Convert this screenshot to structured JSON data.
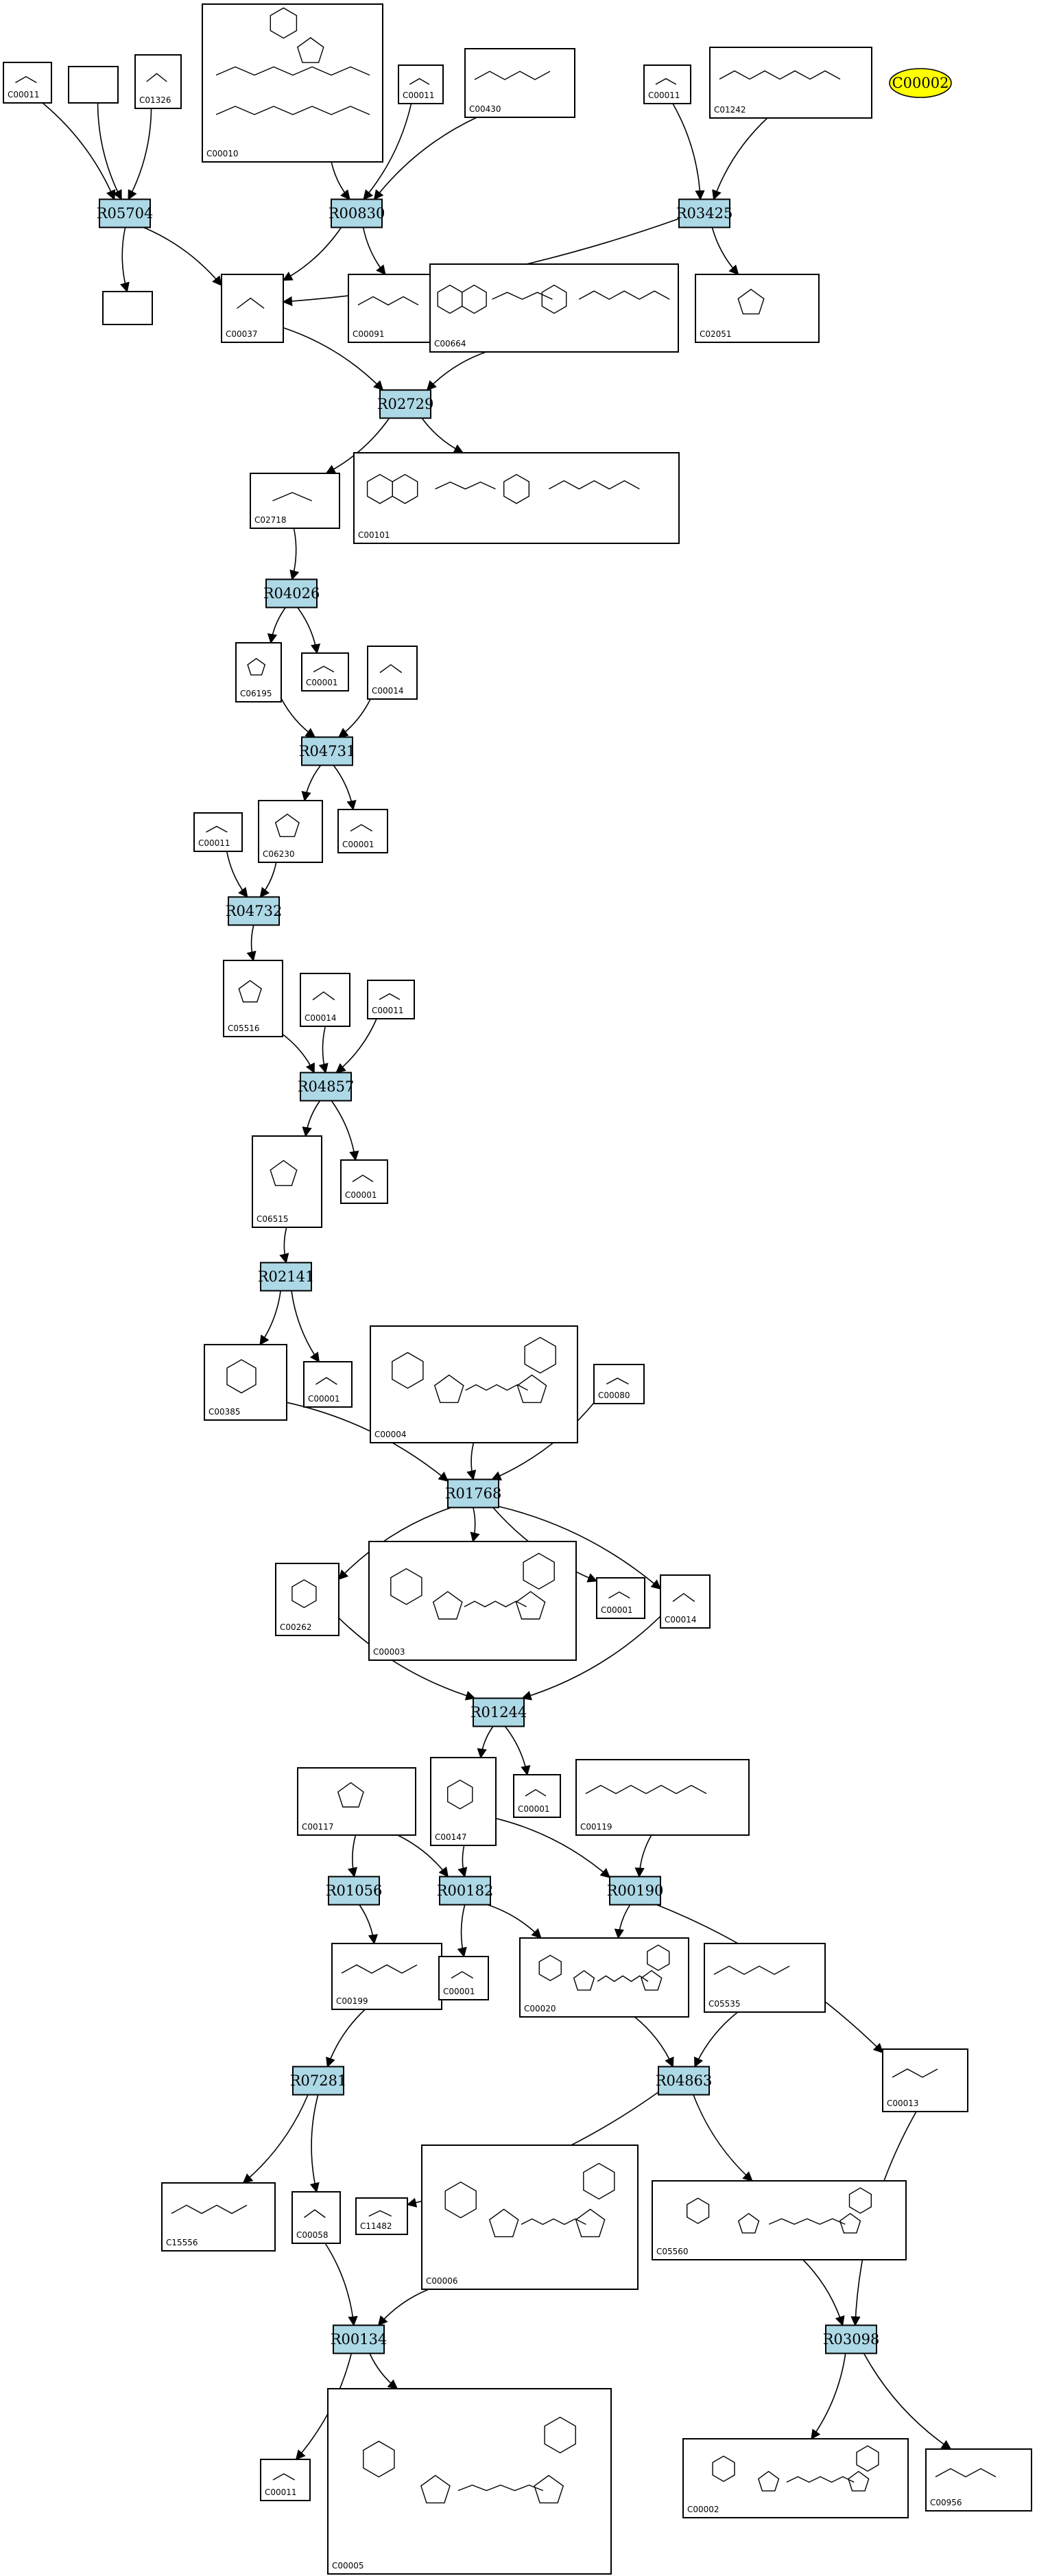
{
  "diagram": {
    "kind": "metabolic-pathway-map",
    "colors": {
      "reaction_fill": "#add8e6",
      "highlight_fill": "#ffff00",
      "stroke": "#000000",
      "background": "#ffffff"
    },
    "highlight": {
      "id": "C00002",
      "label": "C00002"
    },
    "reactions": [
      {
        "id": "R05704",
        "label": "R05704"
      },
      {
        "id": "R00830",
        "label": "R00830"
      },
      {
        "id": "R03425",
        "label": "R03425"
      },
      {
        "id": "R02729",
        "label": "R02729"
      },
      {
        "id": "R04026",
        "label": "R04026"
      },
      {
        "id": "R04731",
        "label": "R04731"
      },
      {
        "id": "R04732",
        "label": "R04732"
      },
      {
        "id": "R04857",
        "label": "R04857"
      },
      {
        "id": "R02141",
        "label": "R02141"
      },
      {
        "id": "R01768",
        "label": "R01768"
      },
      {
        "id": "R01244",
        "label": "R01244"
      },
      {
        "id": "R01056",
        "label": "R01056"
      },
      {
        "id": "R00182",
        "label": "R00182"
      },
      {
        "id": "R00190",
        "label": "R00190"
      },
      {
        "id": "R07281",
        "label": "R07281"
      },
      {
        "id": "R04863",
        "label": "R04863"
      },
      {
        "id": "R00134",
        "label": "R00134"
      },
      {
        "id": "R03098",
        "label": "R03098"
      }
    ],
    "compounds": [
      {
        "key": "c00011_a",
        "label": "C00011"
      },
      {
        "key": "blank_a",
        "label": ""
      },
      {
        "key": "c01326",
        "label": "C01326"
      },
      {
        "key": "c00010",
        "label": "C00010"
      },
      {
        "key": "c00011_b",
        "label": "C00011"
      },
      {
        "key": "c00430",
        "label": "C00430"
      },
      {
        "key": "c00011_c",
        "label": "C00011"
      },
      {
        "key": "c01242",
        "label": "C01242"
      },
      {
        "key": "blank_b",
        "label": ""
      },
      {
        "key": "c00037",
        "label": "C00037"
      },
      {
        "key": "c00091",
        "label": "C00091"
      },
      {
        "key": "c00664",
        "label": "C00664"
      },
      {
        "key": "c02051",
        "label": "C02051"
      },
      {
        "key": "c02718",
        "label": "C02718"
      },
      {
        "key": "c00101",
        "label": "C00101"
      },
      {
        "key": "c06195",
        "label": "C06195"
      },
      {
        "key": "c00001_a",
        "label": "C00001"
      },
      {
        "key": "c00014_a",
        "label": "C00014"
      },
      {
        "key": "c00011_d",
        "label": "C00011"
      },
      {
        "key": "c06230",
        "label": "C06230"
      },
      {
        "key": "c00001_b",
        "label": "C00001"
      },
      {
        "key": "c05516",
        "label": "C05516"
      },
      {
        "key": "c00014_b",
        "label": "C00014"
      },
      {
        "key": "c00011_e",
        "label": "C00011"
      },
      {
        "key": "c06515",
        "label": "C06515"
      },
      {
        "key": "c00001_c",
        "label": "C00001"
      },
      {
        "key": "c00385",
        "label": "C00385"
      },
      {
        "key": "c00001_d",
        "label": "C00001"
      },
      {
        "key": "c00004",
        "label": "C00004"
      },
      {
        "key": "c00080",
        "label": "C00080"
      },
      {
        "key": "c00262",
        "label": "C00262"
      },
      {
        "key": "c00003",
        "label": "C00003"
      },
      {
        "key": "c00001_e",
        "label": "C00001"
      },
      {
        "key": "c00014_c",
        "label": "C00014"
      },
      {
        "key": "c00117",
        "label": "C00117"
      },
      {
        "key": "c00147",
        "label": "C00147"
      },
      {
        "key": "c00001_f",
        "label": "C00001"
      },
      {
        "key": "c00119",
        "label": "C00119"
      },
      {
        "key": "c00199",
        "label": "C00199"
      },
      {
        "key": "c00001_g",
        "label": "C00001"
      },
      {
        "key": "c00020",
        "label": "C00020"
      },
      {
        "key": "c05535",
        "label": "C05535"
      },
      {
        "key": "c00013",
        "label": "C00013"
      },
      {
        "key": "c15556",
        "label": "C15556"
      },
      {
        "key": "c00058",
        "label": "C00058"
      },
      {
        "key": "c11482",
        "label": "C11482"
      },
      {
        "key": "c00006",
        "label": "C00006"
      },
      {
        "key": "c05560",
        "label": "C05560"
      },
      {
        "key": "c00011_f",
        "label": "C00011"
      },
      {
        "key": "c00005",
        "label": "C00005"
      },
      {
        "key": "c00002_b",
        "label": "C00002"
      },
      {
        "key": "c00956",
        "label": "C00956"
      }
    ],
    "edges": [
      {
        "from": "c00011_a",
        "to": "R05704"
      },
      {
        "from": "blank_a",
        "to": "R05704"
      },
      {
        "from": "c01326",
        "to": "R05704"
      },
      {
        "from": "R05704",
        "to": "blank_b"
      },
      {
        "from": "R05704",
        "to": "c00037"
      },
      {
        "from": "c00010",
        "to": "R00830"
      },
      {
        "from": "c00011_b",
        "to": "R00830"
      },
      {
        "from": "c00430",
        "to": "R00830"
      },
      {
        "from": "R00830",
        "to": "c00037"
      },
      {
        "from": "R00830",
        "to": "c00091"
      },
      {
        "from": "c00011_c",
        "to": "R03425"
      },
      {
        "from": "c01242",
        "to": "R03425"
      },
      {
        "from": "R03425",
        "to": "c00037"
      },
      {
        "from": "R03425",
        "to": "c02051"
      },
      {
        "from": "c00037",
        "to": "R02729"
      },
      {
        "from": "c00664",
        "to": "R02729"
      },
      {
        "from": "R02729",
        "to": "c02718"
      },
      {
        "from": "R02729",
        "to": "c00101"
      },
      {
        "from": "c02718",
        "to": "R04026"
      },
      {
        "from": "R04026",
        "to": "c06195"
      },
      {
        "from": "R04026",
        "to": "c00001_a"
      },
      {
        "from": "c06195",
        "to": "R04731"
      },
      {
        "from": "c00014_a",
        "to": "R04731"
      },
      {
        "from": "R04731",
        "to": "c06230"
      },
      {
        "from": "R04731",
        "to": "c00001_b"
      },
      {
        "from": "c00011_d",
        "to": "R04732"
      },
      {
        "from": "c06230",
        "to": "R04732"
      },
      {
        "from": "R04732",
        "to": "c05516"
      },
      {
        "from": "c05516",
        "to": "R04857"
      },
      {
        "from": "c00014_b",
        "to": "R04857"
      },
      {
        "from": "c00011_e",
        "to": "R04857"
      },
      {
        "from": "R04857",
        "to": "c06515"
      },
      {
        "from": "R04857",
        "to": "c00001_c"
      },
      {
        "from": "c06515",
        "to": "R02141"
      },
      {
        "from": "R02141",
        "to": "c00385"
      },
      {
        "from": "R02141",
        "to": "c00001_d"
      },
      {
        "from": "c00385",
        "to": "R01768"
      },
      {
        "from": "c00004",
        "to": "R01768"
      },
      {
        "from": "c00080",
        "to": "R01768"
      },
      {
        "from": "R01768",
        "to": "c00262"
      },
      {
        "from": "R01768",
        "to": "c00003"
      },
      {
        "from": "R01768",
        "to": "c00001_e"
      },
      {
        "from": "R01768",
        "to": "c00014_c"
      },
      {
        "from": "c00262",
        "to": "R01244"
      },
      {
        "from": "c00014_c",
        "to": "R01244"
      },
      {
        "from": "R01244",
        "to": "c00147"
      },
      {
        "from": "R01244",
        "to": "c00001_f"
      },
      {
        "from": "c00117",
        "to": "R01056"
      },
      {
        "from": "c00117",
        "to": "R00182"
      },
      {
        "from": "c00147",
        "to": "R00182"
      },
      {
        "from": "c00147",
        "to": "R00190"
      },
      {
        "from": "c00119",
        "to": "R00190"
      },
      {
        "from": "R01056",
        "to": "c00199"
      },
      {
        "from": "R00182",
        "to": "c00001_g"
      },
      {
        "from": "R00182",
        "to": "c00020"
      },
      {
        "from": "R00190",
        "to": "c00020"
      },
      {
        "from": "R00190",
        "to": "c00013"
      },
      {
        "from": "c00199",
        "to": "R07281"
      },
      {
        "from": "c00020",
        "to": "R04863"
      },
      {
        "from": "c05535",
        "to": "R04863"
      },
      {
        "from": "R07281",
        "to": "c15556"
      },
      {
        "from": "R07281",
        "to": "c00058"
      },
      {
        "from": "R04863",
        "to": "c11482"
      },
      {
        "from": "R04863",
        "to": "c05560"
      },
      {
        "from": "c00058",
        "to": "R00134"
      },
      {
        "from": "c00006",
        "to": "R00134"
      },
      {
        "from": "c05560",
        "to": "R03098"
      },
      {
        "from": "c00013",
        "to": "R03098"
      },
      {
        "from": "R00134",
        "to": "c00011_f"
      },
      {
        "from": "R00134",
        "to": "c00005"
      },
      {
        "from": "R03098",
        "to": "c00002_b"
      },
      {
        "from": "R03098",
        "to": "c00956"
      }
    ]
  }
}
